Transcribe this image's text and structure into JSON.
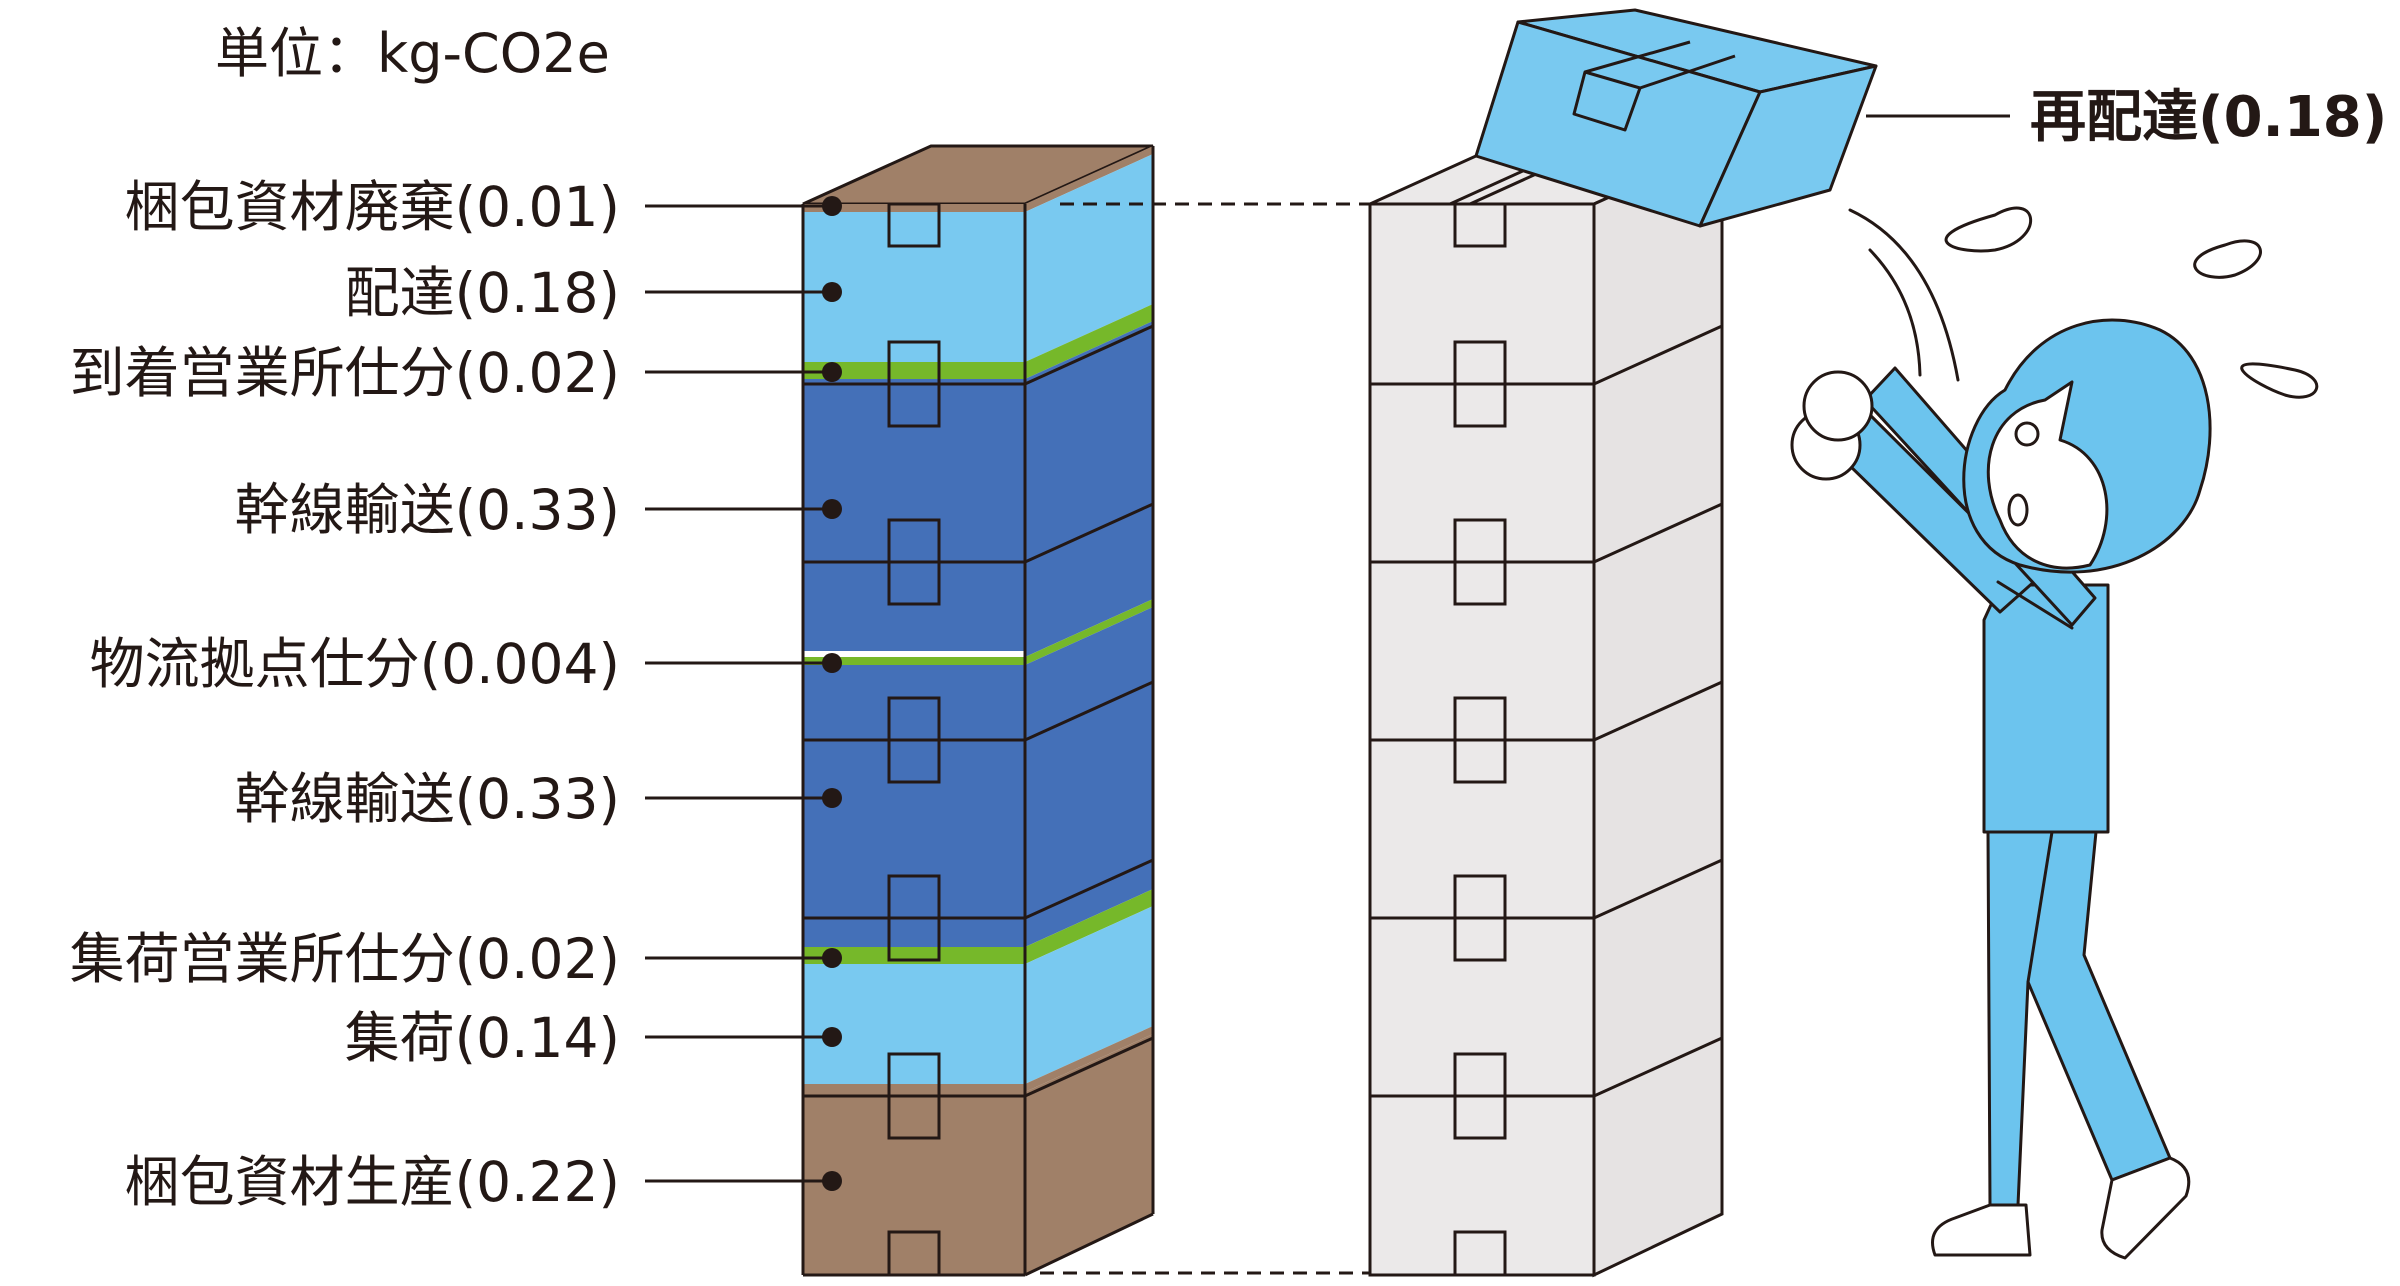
{
  "unit_label": "単位：kg-CO2e",
  "stack_labels": [
    "梱包資材廃棄(0.01)",
    "配達(0.18)",
    "到着営業所仕分(0.02)",
    "幹線輸送(0.33)",
    "物流拠点仕分(0.004)",
    "幹線輸送(0.33)",
    "集荷営業所仕分(0.02)",
    "集荷(0.14)",
    "梱包資材生産(0.22)"
  ],
  "redelivery_label": "再配達(0.18)",
  "colors": {
    "packaging_brown": "#a08068",
    "delivery_light_blue": "#79c9f0",
    "trunk_blue": "#4470b8",
    "sorting_green": "#76b82a",
    "box_grey": "#ebe9e9",
    "outline": "#231815",
    "person_blue": "#6cc4ee"
  }
}
